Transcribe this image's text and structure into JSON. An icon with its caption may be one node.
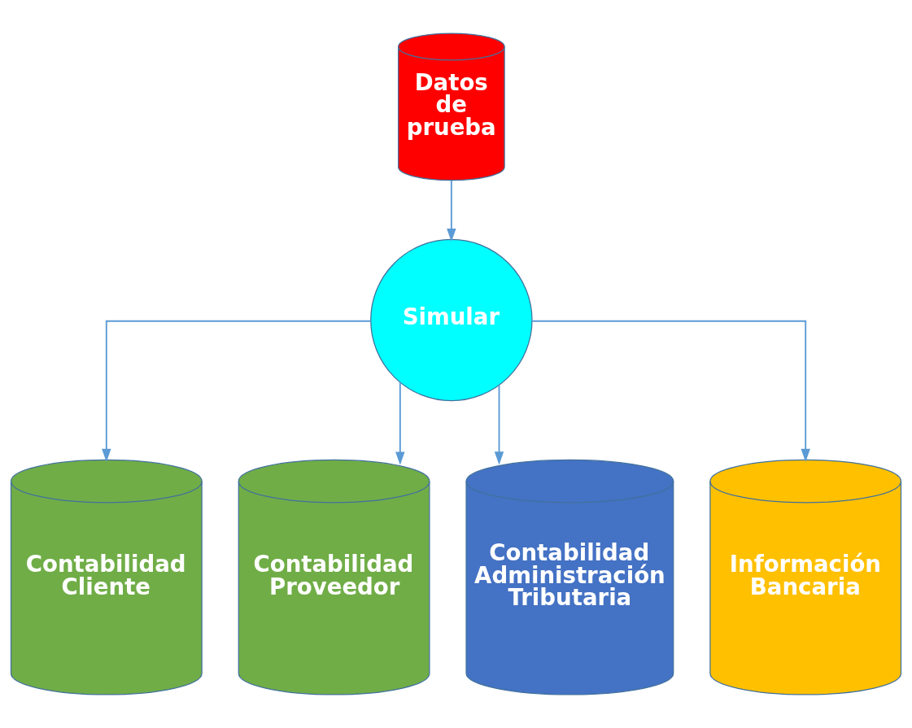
{
  "diagram": {
    "nodes": [
      {
        "text": [
          "Datos de prueba"
        ]
      },
      {
        "text": [
          "Simular"
        ]
      },
      {
        "text": [
          "Contabilidad Cliente"
        ]
      },
      {
        "text": [
          "Contabilidad Proveedor"
        ]
      },
      {
        "text": [
          "Contabilidad Administración Tributaria"
        ]
      },
      {
        "text": [
          "Información Bancaria"
        ]
      }
    ],
    "edges": [
      {
        "from": 0,
        "to": 1,
        "arrow": "to"
      },
      {
        "from": 1,
        "to": 2,
        "arrow": "to"
      },
      {
        "from": 1,
        "to": 3,
        "arrow": "to"
      },
      {
        "from": 1,
        "to": 4,
        "arrow": "to"
      },
      {
        "from": 1,
        "to": 5,
        "arrow": "to"
      }
    ]
  }
}
